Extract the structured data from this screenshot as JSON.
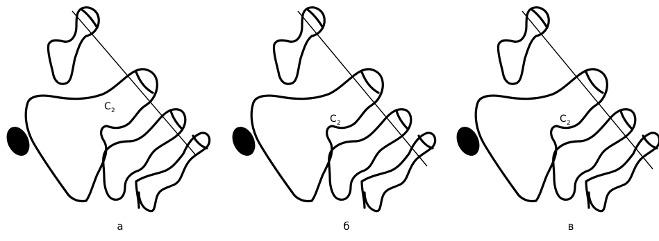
{
  "figure": {
    "vertebra_label": "C",
    "vertebra_subscript": "2",
    "panels": [
      {
        "caption": "а"
      },
      {
        "caption": "б"
      },
      {
        "caption": "в"
      }
    ]
  }
}
